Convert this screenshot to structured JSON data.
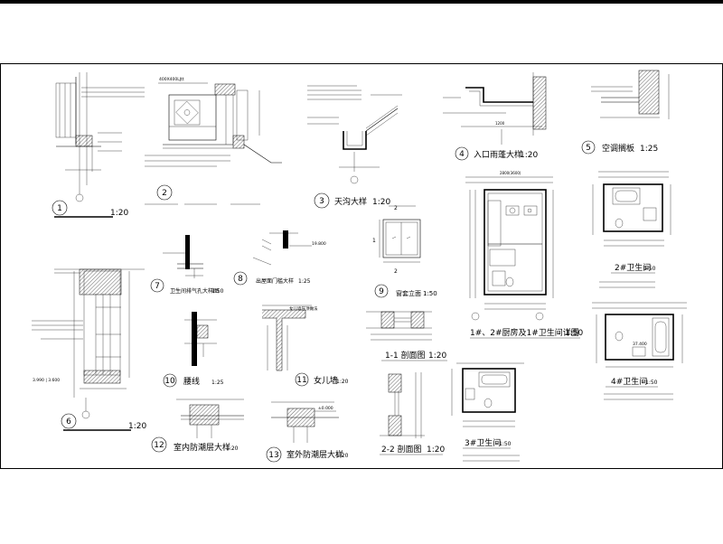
{
  "colors": {
    "ink": "#000000",
    "paper": "#ffffff"
  },
  "details": [
    {
      "number": "1",
      "title": "",
      "scale": "1:20"
    },
    {
      "number": "2",
      "title": "",
      "scale": ""
    },
    {
      "number": "3",
      "title": "天沟大样",
      "scale": "1:20"
    },
    {
      "number": "4",
      "title": "入口雨蓬大样",
      "scale": "1:20"
    },
    {
      "number": "5",
      "title": "空调搁板",
      "scale": "1:25"
    },
    {
      "number": "6",
      "title": "",
      "scale": "1:20"
    },
    {
      "number": "7",
      "title": "卫生间排气孔大样图",
      "scale": "1:50"
    },
    {
      "number": "8",
      "title": "出屋面门槛大样",
      "scale": "1:25"
    },
    {
      "number": "9",
      "title": "窗套立面",
      "scale": "1:50"
    },
    {
      "number": "10",
      "title": "腰线",
      "scale": "1:25"
    },
    {
      "number": "11",
      "title": "女儿墙",
      "scale": "1:20"
    },
    {
      "number": "12",
      "title": "室内防潮层大样",
      "scale": "1:20"
    },
    {
      "number": "13",
      "title": "室外防潮层大样",
      "scale": "1:20"
    }
  ],
  "sections": [
    {
      "label": "1-1 剖面图",
      "scale": "1:20"
    },
    {
      "label": "2-2 剖面图",
      "scale": "1:20"
    }
  ],
  "plans": [
    {
      "label": "1#、2#厨房及1#卫生间详图",
      "scale": "1:50"
    },
    {
      "label": "2#卫生间",
      "scale": "1:50"
    },
    {
      "label": "3#卫生间",
      "scale": "1:50"
    },
    {
      "label": "4#卫生间",
      "scale": "1:50"
    }
  ],
  "annotations": {
    "d2_top": "400X400LJtt",
    "d6_level": "3.990 | 3.600",
    "d8_level": "19.800",
    "d13_level": "±0.000",
    "kitchen_dim": "2800(3600)",
    "toilet4_level": "37.400"
  }
}
